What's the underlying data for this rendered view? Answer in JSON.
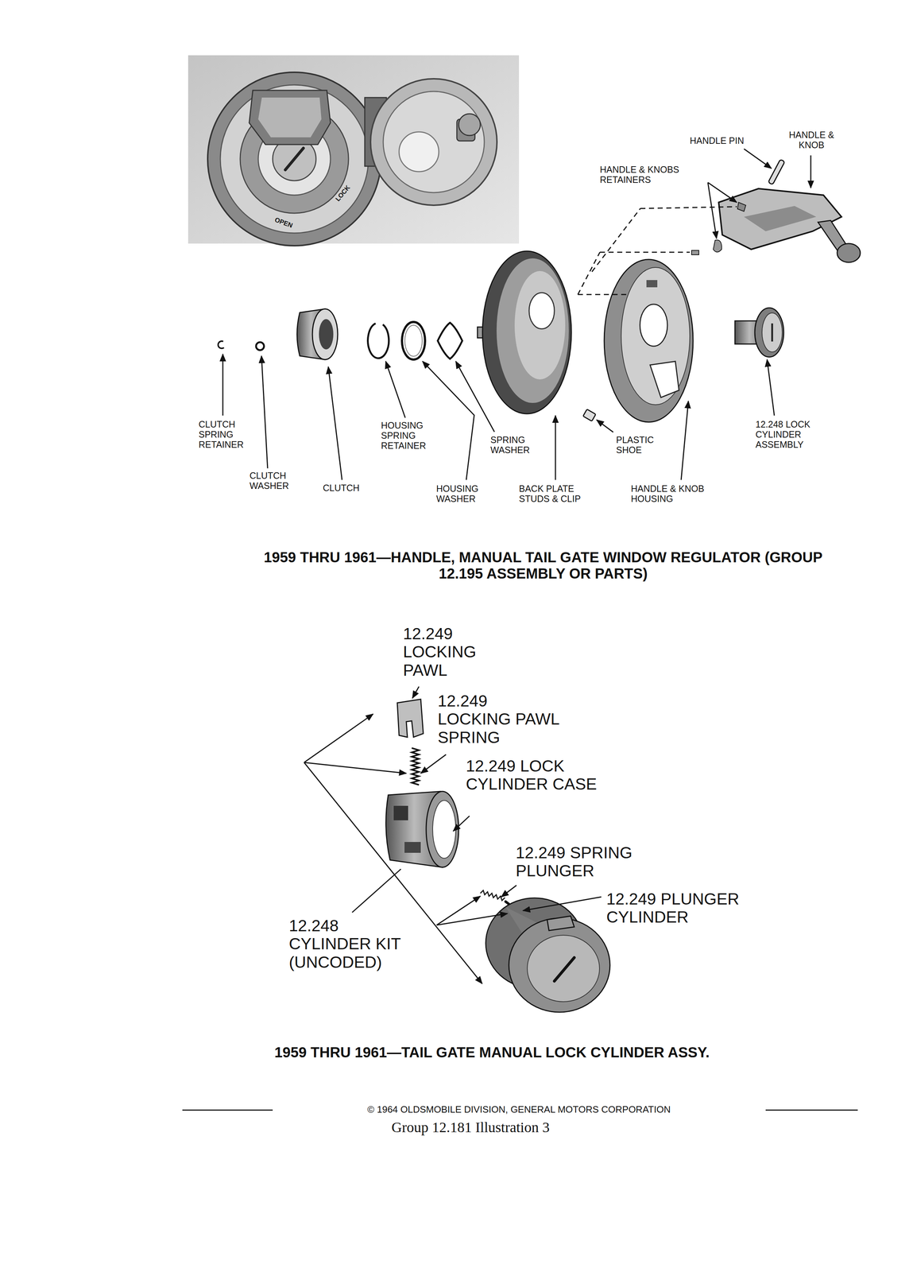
{
  "diagram": {
    "labels": [
      "HANDLE PIN",
      "HANDLE & KNOB",
      "HANDLE & KNOBS RETAINERS",
      "CLUTCH SPRING RETAINER",
      "CLUTCH WASHER",
      "CLUTCH",
      "HOUSING SPRING RETAINER",
      "HOUSING WASHER",
      "SPRING WASHER",
      "BACK PLATE STUDS & CLIP",
      "PLASTIC SHOE",
      "HANDLE & KNOB HOUSING",
      "12.248 LOCK CYLINDER ASSEMBLY",
      "1959 THRU 1961—HANDLE, MANUAL TAIL GATE WINDOW REGULATOR (GROUP 12.195 ASSEMBLY OR PARTS)",
      "12.249 LOCKING PAWL",
      "12.249 LOCKING PAWL SPRING",
      "12.249 LOCK CYLINDER CASE",
      "12.249 SPRING PLUNGER",
      "12.249 PLUNGER CYLINDER",
      "12.248 CYLINDER KIT (UNCODED)",
      "1959 THRU 1961—TAIL GATE MANUAL LOCK CYLINDER ASSY.",
      "© 1964 OLDSMOBILE DIVISION, GENERAL MOTORS CORPORATION",
      "Group 12.181 Illustration 3",
      "OPEN",
      "LOCK"
    ]
  }
}
